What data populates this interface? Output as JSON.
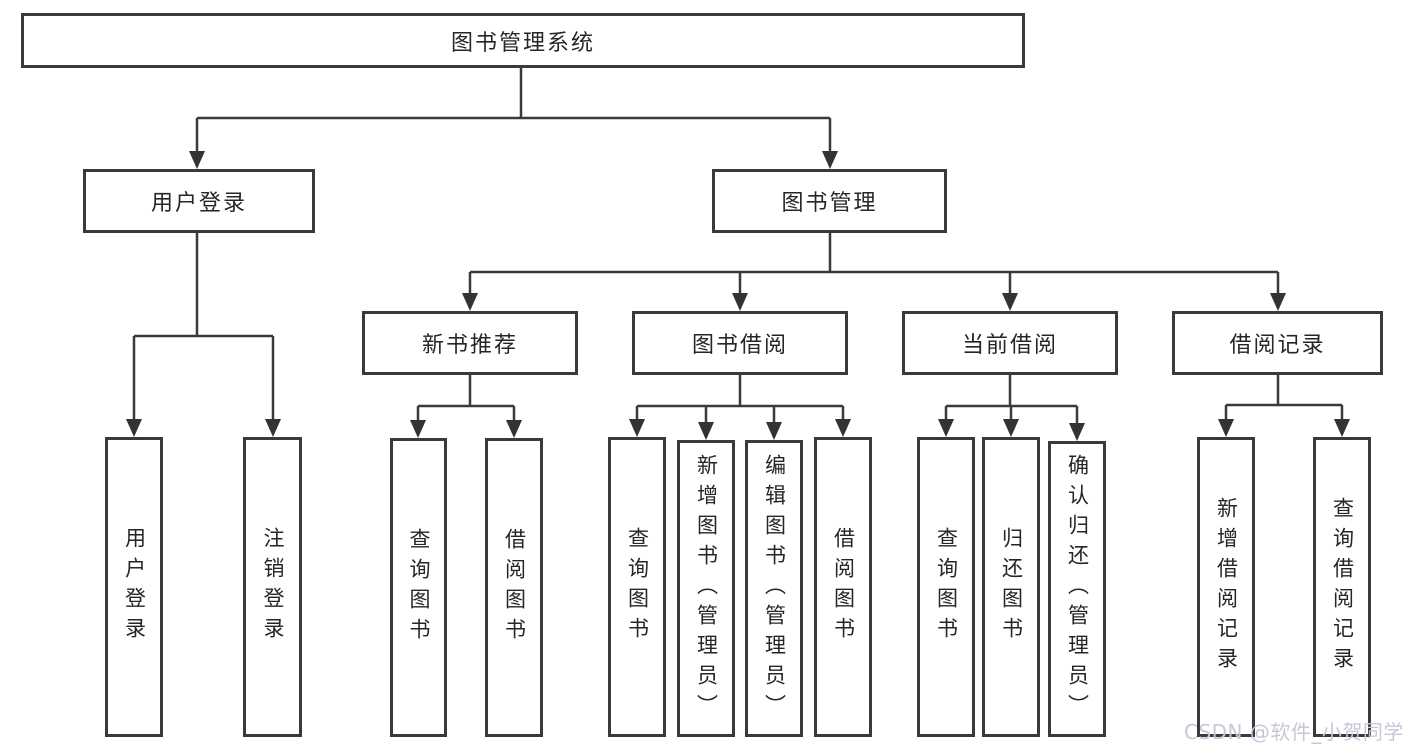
{
  "colors": {
    "line": "#3a3a3a",
    "box_border": "#3a3a3a",
    "text": "#262626",
    "background": "#ffffff",
    "watermark_text_color": "#cbc5da"
  },
  "watermark": {
    "text": "CSDN @软件_小贺同学"
  },
  "tree": {
    "root": {
      "label": "图书管理系统"
    },
    "level2": [
      {
        "label": "用户登录"
      },
      {
        "label": "图书管理"
      }
    ],
    "level3": [
      {
        "label": "新书推荐"
      },
      {
        "label": "图书借阅"
      },
      {
        "label": "当前借阅"
      },
      {
        "label": "借阅记录"
      }
    ],
    "leaves": {
      "login": [
        "用户登录",
        "注销登录"
      ],
      "recommend": [
        "查询图书",
        "借阅图书"
      ],
      "borrow": [
        "查询图书",
        "新增图书（管理员）",
        "编辑图书（管理员）",
        "借阅图书"
      ],
      "current": [
        "查询图书",
        "归还图书",
        "确认归还（管理员）"
      ],
      "records": [
        "新增借阅记录",
        "查询借阅记录"
      ]
    }
  }
}
